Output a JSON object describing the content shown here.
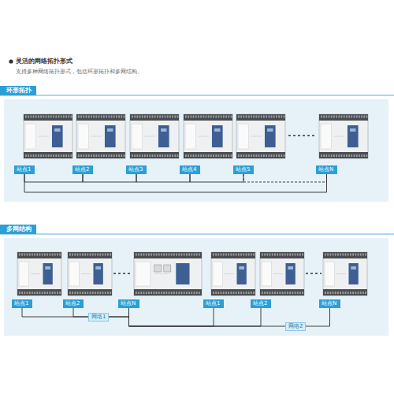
{
  "diagram": {
    "title": "灵活的网络拓扑形式",
    "nodes": [
      {
        "text": [
          "站点1"
        ]
      },
      {
        "text": [
          "站点2"
        ]
      },
      {
        "text": [
          "站点3"
        ]
      },
      {
        "text": [
          "站点4"
        ]
      },
      {
        "text": [
          "站点5"
        ]
      },
      {
        "text": [
          "站点N"
        ]
      },
      {
        "text": [
          "站点1"
        ]
      },
      {
        "text": [
          "站点2"
        ]
      },
      {
        "text": [
          "站点N"
        ]
      },
      {
        "text": [
          "站点1"
        ]
      },
      {
        "text": [
          "站点2"
        ]
      },
      {
        "text": [
          "站点N"
        ]
      }
    ],
    "edges": [
      {
        "from": 0,
        "to": 1,
        "arrow": "none"
      },
      {
        "from": 1,
        "to": 2,
        "arrow": "none"
      },
      {
        "from": 2,
        "to": 3,
        "arrow": "none"
      },
      {
        "from": 3,
        "to": 4,
        "arrow": "none"
      },
      {
        "from": 4,
        "to": 5,
        "arrow": "none"
      },
      {
        "from": 0,
        "to": 5,
        "arrow": "none"
      },
      {
        "from": 6,
        "to": 8,
        "label": "网络1",
        "arrow": "none"
      },
      {
        "from": 7,
        "to": 8,
        "arrow": "none"
      },
      {
        "from": 8,
        "to": 9,
        "arrow": "none"
      },
      {
        "from": 8,
        "to": 10,
        "arrow": "none"
      },
      {
        "from": 8,
        "to": 11,
        "label": "网络2",
        "arrow": "none"
      }
    ],
    "labels": [
      "支持多种网络拓扑形式，包括环形拓扑和多网结构。",
      "环形拓扑",
      "多网结构"
    ]
  }
}
